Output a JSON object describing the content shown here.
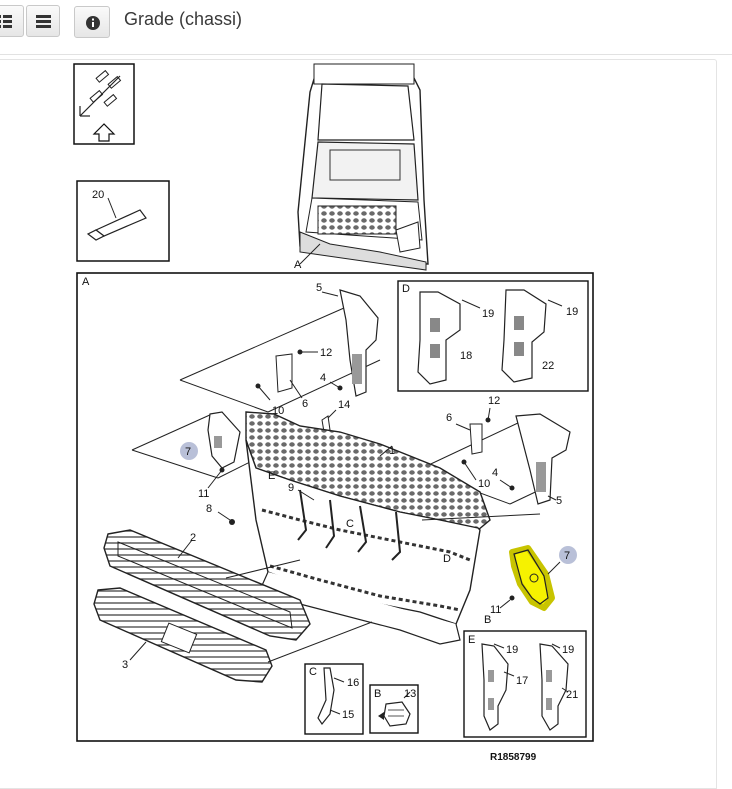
{
  "toolbar": {
    "title": "Grade (chassi)",
    "buttons": [
      {
        "name": "grid-view-button",
        "icon": "grid-icon"
      },
      {
        "name": "list-view-button",
        "icon": "list-icon"
      },
      {
        "name": "info-button",
        "icon": "info-icon"
      }
    ]
  },
  "diagram": {
    "reference": "R1858799",
    "views": [
      "A",
      "B",
      "C",
      "D",
      "E"
    ],
    "part_labels": {
      "p1": "1",
      "p2": "2",
      "p3": "3",
      "p4a": "4",
      "p4b": "4",
      "p5a": "5",
      "p5b": "5",
      "p6a": "6",
      "p6b": "6",
      "p7a": "7",
      "p7b": "7",
      "p8": "8",
      "p9": "9",
      "p10a": "10",
      "p10b": "10",
      "p11a": "11",
      "p11b": "11",
      "p12a": "12",
      "p12b": "12",
      "p13": "13",
      "p14": "14",
      "p15": "15",
      "p16": "16",
      "p17": "17",
      "p18": "18",
      "p19a": "19",
      "p19b": "19",
      "p19c": "19",
      "p19d": "19",
      "p20": "20",
      "p21": "21",
      "p22": "22"
    },
    "view_labels": {
      "a_cab": "A",
      "a_box": "A",
      "b_box": "B",
      "c_box": "C",
      "c_main": "C",
      "d_box": "D",
      "d_main": "D",
      "e_box": "E",
      "e_main": "E",
      "b_main": "B"
    },
    "highlight_color": "#f6f200",
    "badge_color": "#b9c0d8"
  }
}
